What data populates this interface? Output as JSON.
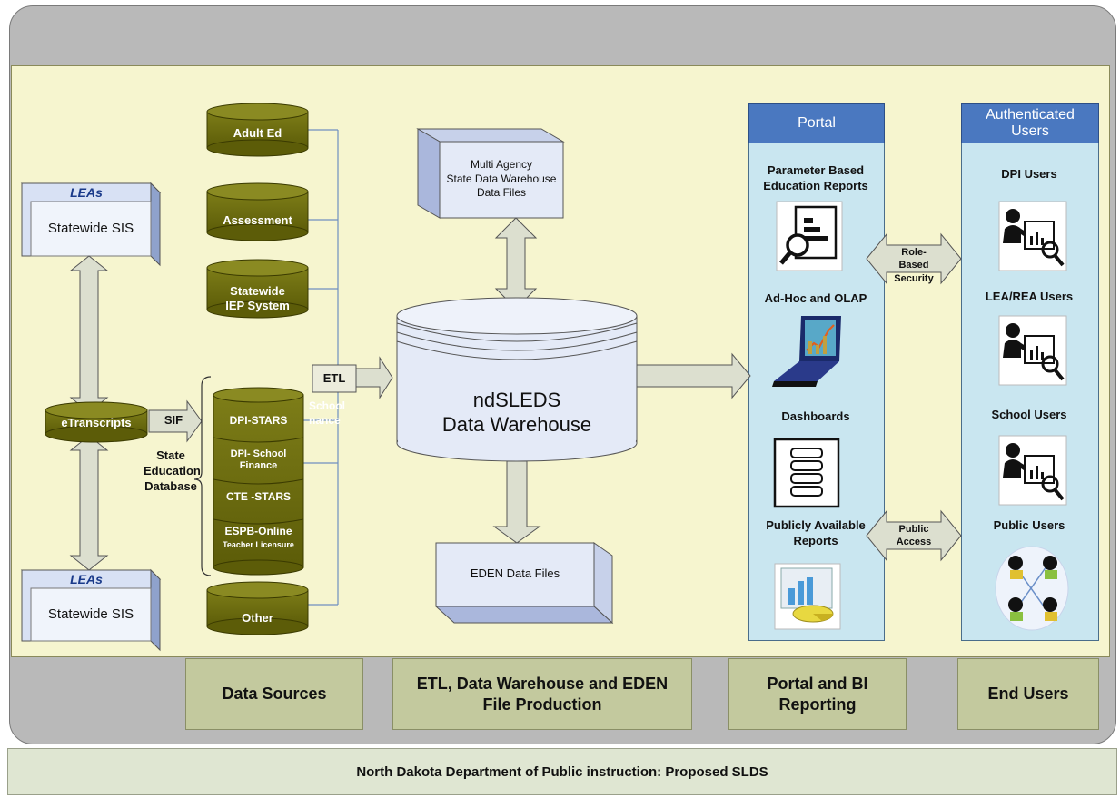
{
  "sources": {
    "lea_top": {
      "title": "LEAs",
      "label": "Statewide SIS"
    },
    "lea_bottom": {
      "title": "LEAs",
      "label": "Statewide SIS"
    },
    "etranscripts": "eTranscripts",
    "sif": "SIF",
    "state_db": "State\nEducation\nDatabase",
    "adult_ed": "Adult Ed",
    "assessment": "Assessment",
    "iep": "Statewide\nIEP System",
    "dpi_stars": "DPI-STARS",
    "dpi_school_finance": "DPI- School\nFinance",
    "cte_stars": "CTE -STARS",
    "espb_line1": "ESPB-Online",
    "espb_line2": "Teacher Licensure",
    "other": "Other",
    "ghost_text": "School\nnance",
    "etl": "ETL"
  },
  "warehouse": {
    "multi_agency": "Multi Agency\nState Data Warehouse\nData Files",
    "db_line1": "ndSLEDS",
    "db_line2": "Data Warehouse",
    "eden": "EDEN Data Files"
  },
  "portal": {
    "header": "Portal",
    "items": [
      "Parameter Based\nEducation Reports",
      "Ad-Hoc and OLAP",
      "Dashboards",
      "Publicly Available\nReports"
    ]
  },
  "security": {
    "role_based": "Role-Based\nSecurity",
    "public_access": "Public\nAccess"
  },
  "users": {
    "header": "Authenticated\nUsers",
    "items": [
      "DPI Users",
      "LEA/REA Users",
      "School Users",
      "Public Users"
    ]
  },
  "bottom_labels": {
    "data_sources": "Data Sources",
    "etl": "ETL, Data Warehouse and EDEN\nFile Production",
    "portal_bi": "Portal and BI\nReporting",
    "end_users": "End Users"
  },
  "footer": "North Dakota Department of Public instruction: Proposed SLDS",
  "colors": {
    "olive": "#6b6b10",
    "portal_header": "#4a78c0",
    "column_fill": "#c9e6f0",
    "arrow_fill": "#d9dccb",
    "box_fill": "#e4eaf7"
  }
}
